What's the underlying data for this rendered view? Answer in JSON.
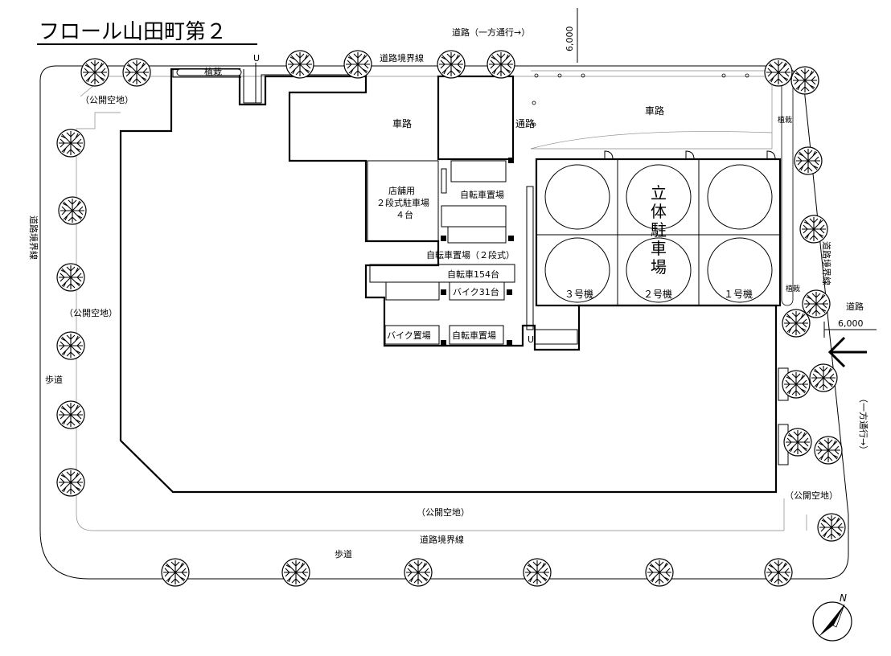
{
  "title": "フロール山田町第２",
  "labels": {
    "road_top": "道路（一方通行→）",
    "dim_top": "6,000",
    "boundary_top": "道路境界線",
    "public_space_topleft": "（公開空地）",
    "road_left_vertical": "道路境界線",
    "public_space_left": "（公開空地）",
    "sidewalk_left": "歩道",
    "car_road_center": "車路",
    "passage": "通路",
    "car_road_right": "車路",
    "shop_parking_1": "店舗用",
    "shop_parking_2": "２段式駐車場",
    "shop_parking_3": "４台",
    "bicycle_parking_1": "自転車置場",
    "bicycle_parking_2tier": "自転車置場（２段式）",
    "bicycles_count": "自転車154台",
    "bike_count": "バイク31台",
    "bike_parking": "バイク置場",
    "bicycle_parking_3": "自転車置場",
    "multistory_parking": [
      "立",
      "体",
      "駐",
      "車",
      "場"
    ],
    "unit_3": "３号機",
    "unit_2": "２号機",
    "unit_1": "１号機",
    "planting_top": "植栽",
    "planting_right_1": "植栽",
    "planting_right_2": "植栽",
    "road_right_vertical": "道路境界線",
    "road_right": "道路",
    "dim_right": "6,000",
    "road_right_oneway": "（一方通行→）",
    "public_space_right": "（公開空地）",
    "public_space_bottom": "（公開空地）",
    "boundary_bottom": "道路境界線",
    "sidewalk_bottom": "歩道",
    "north": "N",
    "u_mark": "U"
  }
}
